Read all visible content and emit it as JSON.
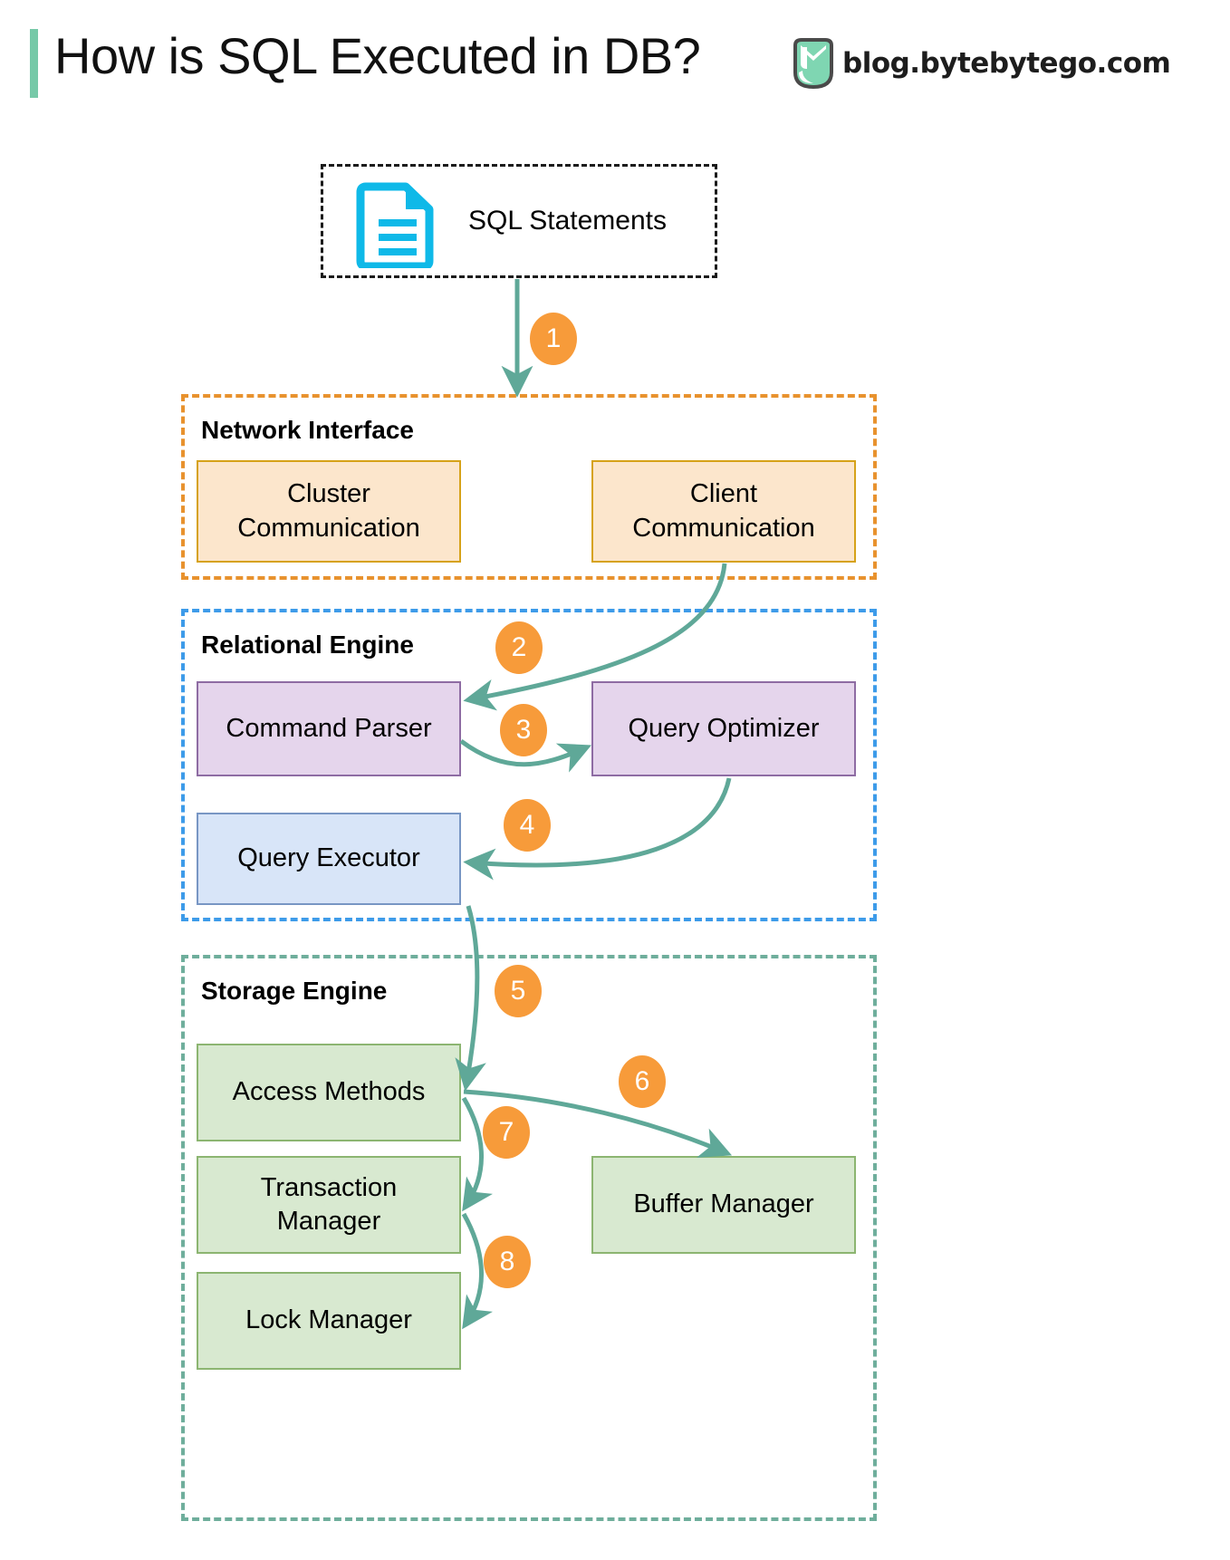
{
  "header": {
    "title": "How is SQL Executed in DB?",
    "brand_text": "blog.bytebytego.com",
    "accent_bar_color": "#76C9A8",
    "brand_logo_color": "#7FD6B2"
  },
  "source": {
    "label": "SQL Statements",
    "icon": "document-icon",
    "icon_color": "#0FB9E8",
    "border_style": "dashed-black"
  },
  "groups": [
    {
      "id": "network",
      "title": "Network Interface",
      "border_color": "#E8922E",
      "nodes": [
        {
          "id": "cluster",
          "label": "Cluster\nCommunication",
          "fill": "#FCE6CC",
          "stroke": "#D6A219"
        },
        {
          "id": "client",
          "label": "Client\nCommunication",
          "fill": "#FCE6CC",
          "stroke": "#D6A219"
        }
      ]
    },
    {
      "id": "relational",
      "title": "Relational Engine",
      "border_color": "#3D9BE9",
      "nodes": [
        {
          "id": "parser",
          "label": "Command Parser",
          "fill": "#E5D5EC",
          "stroke": "#8E6CA3"
        },
        {
          "id": "optimizer",
          "label": "Query Optimizer",
          "fill": "#E5D5EC",
          "stroke": "#8E6CA3"
        },
        {
          "id": "executor",
          "label": "Query Executor",
          "fill": "#D8E5F8",
          "stroke": "#7896C4"
        }
      ]
    },
    {
      "id": "storage",
      "title": "Storage Engine",
      "border_color": "#6FAE9C",
      "nodes": [
        {
          "id": "access",
          "label": "Access Methods",
          "fill": "#D8E9D0",
          "stroke": "#8CB571"
        },
        {
          "id": "txn",
          "label": "Transaction\nManager",
          "fill": "#D8E9D0",
          "stroke": "#8CB571"
        },
        {
          "id": "lock",
          "label": "Lock Manager",
          "fill": "#D8E9D0",
          "stroke": "#8CB571"
        },
        {
          "id": "buffer",
          "label": "Buffer Manager",
          "fill": "#D8E9D0",
          "stroke": "#8CB571"
        }
      ]
    }
  ],
  "steps": [
    {
      "n": "1",
      "from": "SQL Statements",
      "to": "Network Interface"
    },
    {
      "n": "2",
      "from": "Client Communication",
      "to": "Command Parser"
    },
    {
      "n": "3",
      "from": "Command Parser",
      "to": "Query Optimizer"
    },
    {
      "n": "4",
      "from": "Query Optimizer",
      "to": "Query Executor"
    },
    {
      "n": "5",
      "from": "Query Executor",
      "to": "Access Methods"
    },
    {
      "n": "6",
      "from": "Access Methods",
      "to": "Buffer Manager"
    },
    {
      "n": "7",
      "from": "Access Methods",
      "to": "Transaction Manager"
    },
    {
      "n": "8",
      "from": "Transaction Manager",
      "to": "Lock Manager"
    }
  ],
  "colors": {
    "badge": "#F79B3A",
    "arrow": "#5FA898"
  }
}
